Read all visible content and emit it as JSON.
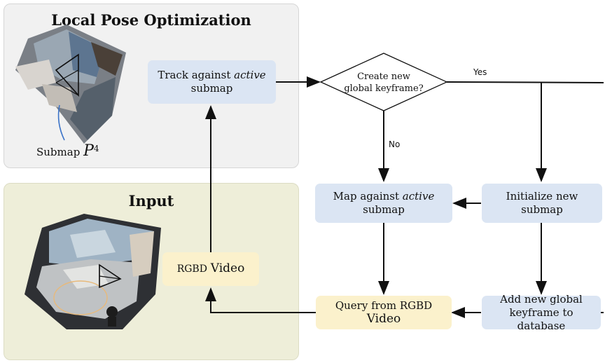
{
  "panels": {
    "pose_title": "Local Pose Optimization",
    "input_title": "Input"
  },
  "submap_label": {
    "prefix": "Submap",
    "symbol": "P",
    "superscript": "4"
  },
  "nodes": {
    "track": {
      "line1": "Track against",
      "emph": "active",
      "line2": "submap"
    },
    "decision": {
      "line1": "Create new",
      "line2": "global keyframe?"
    },
    "map": {
      "line1": "Map against",
      "emph": "active",
      "line2": "submap"
    },
    "init": {
      "label": "Initialize new submap"
    },
    "query": {
      "line1": "Query from RGBD",
      "line2": "Video"
    },
    "add": {
      "line1": "Add new global",
      "line2": "keyframe to database"
    },
    "rgbd": {
      "prefix": "RGBD",
      "suffix": "Video"
    }
  },
  "edges": {
    "yes": "Yes",
    "no": "No"
  },
  "colors": {
    "node_blue": "#dbe5f3",
    "node_yellow": "#fbf1cc",
    "panel_gray": "#f1f1f1",
    "panel_olive": "#eeeed9"
  }
}
